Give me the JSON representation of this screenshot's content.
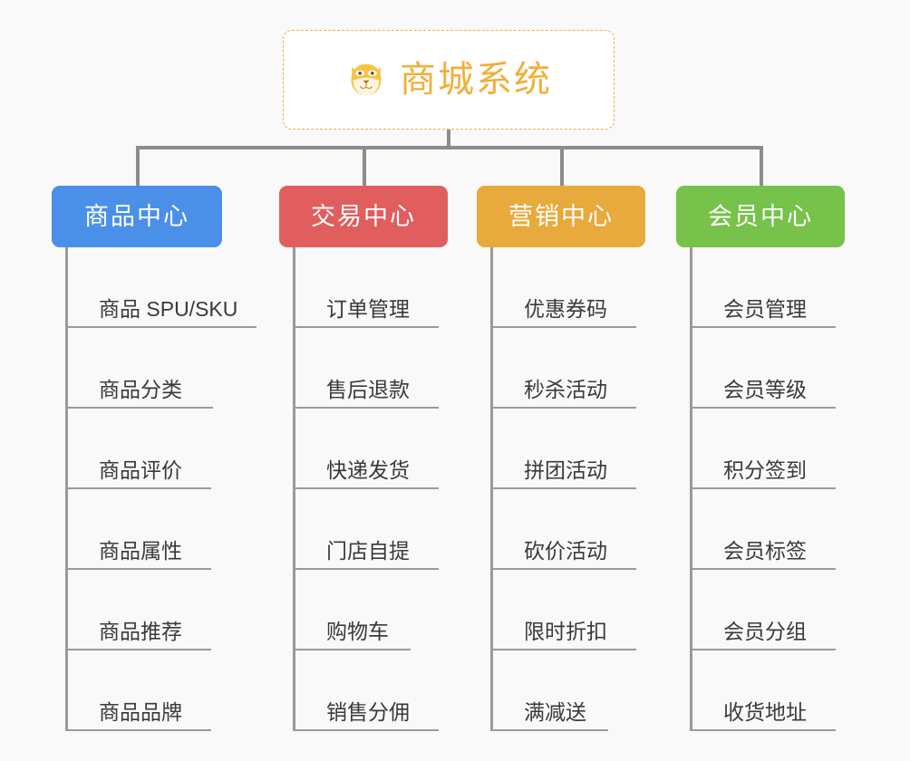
{
  "background_color": "#F9F9F9",
  "root": {
    "title": "商城系统",
    "icon": "dog-face-icon",
    "text_color": "#EFB03A",
    "border_color": "#E8B44A"
  },
  "connector_color": "#8C8C8C",
  "columns": [
    {
      "id": "product-center",
      "label": "商品中心",
      "color": "#4A90E8",
      "underline_widths": [
        208,
        160,
        158,
        158,
        158,
        158
      ],
      "items": [
        {
          "label": "商品 SPU/SKU"
        },
        {
          "label": "商品分类"
        },
        {
          "label": "商品评价"
        },
        {
          "label": "商品属性"
        },
        {
          "label": "商品推荐"
        },
        {
          "label": "商品品牌"
        }
      ]
    },
    {
      "id": "trade-center",
      "label": "交易中心",
      "color": "#E05E5E",
      "underline_widths": [
        158,
        158,
        158,
        158,
        127,
        158
      ],
      "items": [
        {
          "label": "订单管理"
        },
        {
          "label": "售后退款"
        },
        {
          "label": "快递发货"
        },
        {
          "label": "门店自提"
        },
        {
          "label": "购物车"
        },
        {
          "label": "销售分佣"
        }
      ]
    },
    {
      "id": "marketing-center",
      "label": "营销中心",
      "color": "#E8A93D",
      "underline_widths": [
        158,
        158,
        158,
        158,
        158,
        127
      ],
      "items": [
        {
          "label": "优惠券码"
        },
        {
          "label": "秒杀活动"
        },
        {
          "label": "拼团活动"
        },
        {
          "label": "砍价活动"
        },
        {
          "label": "限时折扣"
        },
        {
          "label": "满减送"
        }
      ]
    },
    {
      "id": "member-center",
      "label": "会员中心",
      "color": "#76C24A",
      "underline_widths": [
        158,
        158,
        158,
        158,
        158,
        158
      ],
      "items": [
        {
          "label": "会员管理"
        },
        {
          "label": "会员等级"
        },
        {
          "label": "积分签到"
        },
        {
          "label": "会员标签"
        },
        {
          "label": "会员分组"
        },
        {
          "label": "收货地址"
        }
      ]
    }
  ]
}
